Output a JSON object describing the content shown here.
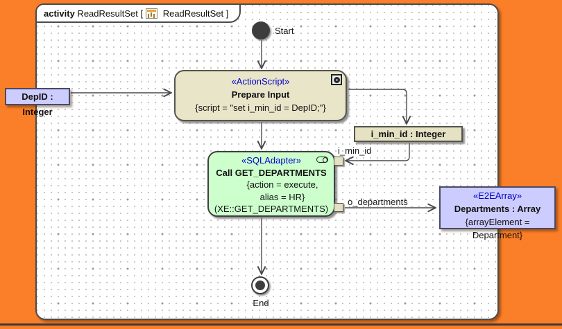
{
  "header": {
    "kind": "activity",
    "name_with_bracket": " ReadResultSet [",
    "diagram_with_bracket": " ReadResultSet ]"
  },
  "nodes": {
    "start": {
      "label": "Start"
    },
    "end": {
      "label": "End"
    },
    "prepare_input": {
      "stereotype": "«ActionScript»",
      "name": "Prepare Input",
      "script": "{script = \"set i_min_id = DepID;\"}"
    },
    "sql_adapter": {
      "stereotype": "«SQLAdapter»",
      "name": "Call GET_DEPARTMENTS",
      "tag_line1": "{action = execute,",
      "tag_line2": "alias = HR}",
      "behavior_ref": "(XE::GET_DEPARTMENTS)"
    },
    "depid_object": {
      "label": "DepID : Integer"
    },
    "i_min_id_store": {
      "label": "i_min_id : Integer"
    },
    "departments_object": {
      "stereotype": "«E2EArray»",
      "name": "Departments : Array",
      "tag": "{arrayElement = Department}"
    }
  },
  "edge_labels": {
    "input_pin": "i_min_id",
    "output_pin": "o_departments"
  },
  "icons": {
    "tab_icon": "activity-diagram-icon",
    "prepare_icon": "script-gear-icon",
    "adapter_icon": "database-icon"
  },
  "colors": {
    "window_border": "#FB7E28",
    "action_fill": "#E9E5C9",
    "adapter_fill": "#CCFFCC",
    "object_fill": "#CCCCFF",
    "store_fill": "#E5E1C3",
    "stereotype_text": "#0000CC",
    "connector_line": "#4a4a4a"
  }
}
